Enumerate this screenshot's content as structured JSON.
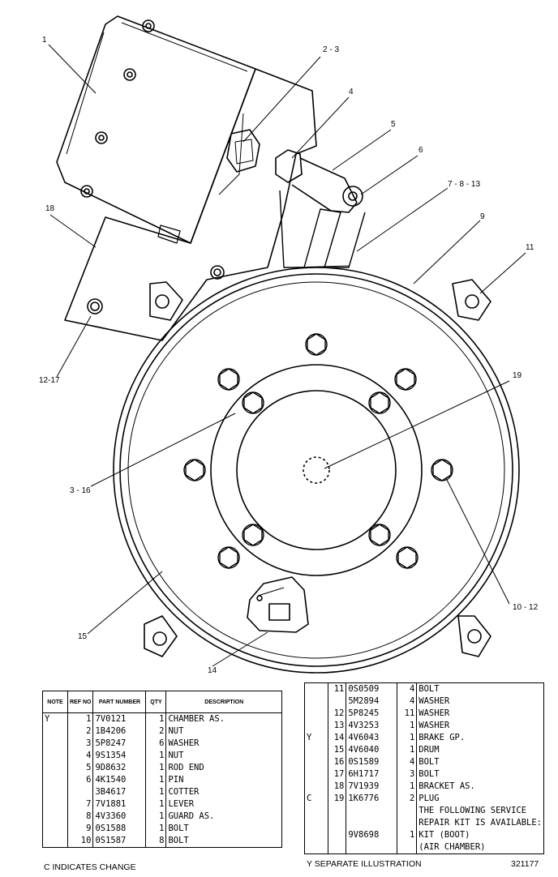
{
  "callouts": {
    "c1": "1",
    "c2": "2 - 3",
    "c3": "4",
    "c4": "5",
    "c5": "6",
    "c6": "7 - 8 - 13",
    "c7": "9",
    "c8": "11",
    "c9": "18",
    "c10": "12-17",
    "c11": "19",
    "c12": "3 - 16",
    "c13": "10 - 12",
    "c14": "15",
    "c15": "14"
  },
  "table_left": {
    "headers": {
      "note": "NOTE",
      "ref": "REF NO",
      "part": "PART NUMBER",
      "qty": "QTY",
      "desc": "DESCRIPTION"
    },
    "rows": [
      {
        "note": "Y",
        "ref": "1",
        "part": "7V0121",
        "qty": "1",
        "desc": "CHAMBER AS."
      },
      {
        "note": "",
        "ref": "2",
        "part": "1B4206",
        "qty": "2",
        "desc": "NUT"
      },
      {
        "note": "",
        "ref": "3",
        "part": "5P8247",
        "qty": "6",
        "desc": "WASHER"
      },
      {
        "note": "",
        "ref": "4",
        "part": "9S1354",
        "qty": "1",
        "desc": "NUT"
      },
      {
        "note": "",
        "ref": "5",
        "part": "9D8632",
        "qty": "1",
        "desc": "ROD END"
      },
      {
        "note": "",
        "ref": "6",
        "part": "4K1540",
        "qty": "1",
        "desc": "PIN"
      },
      {
        "note": "",
        "ref": "",
        "part": "3B4617",
        "qty": "1",
        "desc": "COTTER"
      },
      {
        "note": "",
        "ref": "7",
        "part": "7V1881",
        "qty": "1",
        "desc": "LEVER"
      },
      {
        "note": "",
        "ref": "8",
        "part": "4V3360",
        "qty": "1",
        "desc": "GUARD AS."
      },
      {
        "note": "",
        "ref": "9",
        "part": "0S1588",
        "qty": "1",
        "desc": "BOLT"
      },
      {
        "note": "",
        "ref": "10",
        "part": "0S1587",
        "qty": "8",
        "desc": "BOLT"
      }
    ]
  },
  "table_right": {
    "rows": [
      {
        "note": "",
        "ref": "11",
        "part": "0S0509",
        "qty": "4",
        "desc": "BOLT"
      },
      {
        "note": "",
        "ref": "",
        "part": "5M2894",
        "qty": "4",
        "desc": "WASHER"
      },
      {
        "note": "",
        "ref": "12",
        "part": "5P8245",
        "qty": "11",
        "desc": "WASHER"
      },
      {
        "note": "",
        "ref": "13",
        "part": "4V3253",
        "qty": "1",
        "desc": "WASHER"
      },
      {
        "note": "Y",
        "ref": "14",
        "part": "4V6043",
        "qty": "1",
        "desc": "BRAKE GP."
      },
      {
        "note": "",
        "ref": "15",
        "part": "4V6040",
        "qty": "1",
        "desc": "DRUM"
      },
      {
        "note": "",
        "ref": "16",
        "part": "0S1589",
        "qty": "4",
        "desc": "BOLT"
      },
      {
        "note": "",
        "ref": "17",
        "part": "6H1717",
        "qty": "3",
        "desc": "BOLT"
      },
      {
        "note": "",
        "ref": "18",
        "part": "7V1939",
        "qty": "1",
        "desc": "BRACKET AS."
      },
      {
        "note": "C",
        "ref": "19",
        "part": "1K6776",
        "qty": "2",
        "desc": "PLUG"
      },
      {
        "note": "",
        "ref": "",
        "part": "",
        "qty": "",
        "desc": "THE FOLLOWING SERVICE"
      },
      {
        "note": "",
        "ref": "",
        "part": "",
        "qty": "",
        "desc": "REPAIR KIT IS AVAILABLE:"
      },
      {
        "note": "",
        "ref": "",
        "part": "9V8698",
        "qty": "1",
        "desc": "KIT (BOOT)"
      },
      {
        "note": "",
        "ref": "",
        "part": "",
        "qty": "",
        "desc": "(AIR CHAMBER)"
      }
    ]
  },
  "footer": {
    "left": "C   INDICATES CHANGE",
    "right": "Y   SEPARATE ILLUSTRATION",
    "id": "321177"
  }
}
